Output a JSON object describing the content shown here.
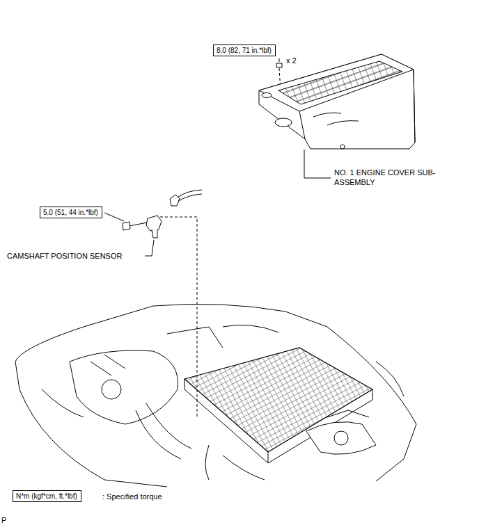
{
  "diagram": {
    "nodes": [
      {
        "text": [
          "8.0 (82, 71 in.*lbf)"
        ]
      },
      {
        "text": [
          "5.0 (51, 44 in.*lbf)"
        ]
      },
      {
        "text": [
          "N*m (kgf*cm, ft.*lbf)"
        ]
      }
    ],
    "labels": [
      "x 2",
      "NO. 1 ENGINE COVER SUB-ASSEMBLY",
      "CAMSHAFT POSITION SENSOR",
      ": Specified torque",
      "P"
    ]
  }
}
